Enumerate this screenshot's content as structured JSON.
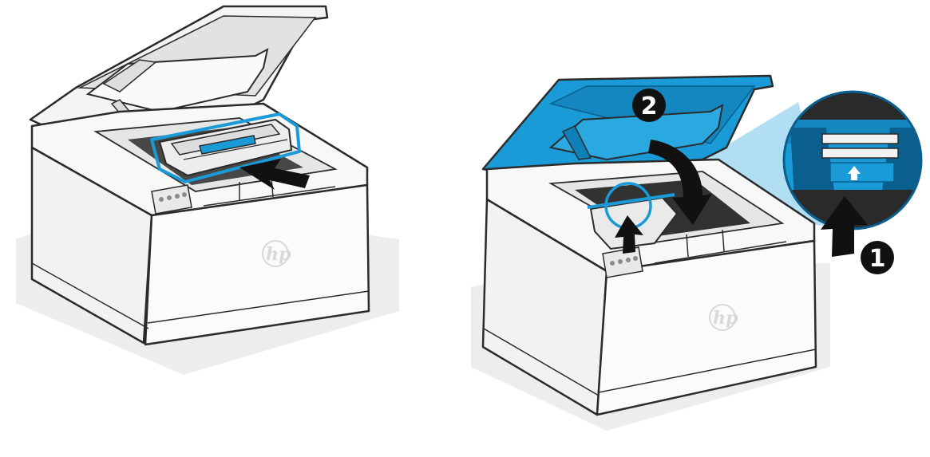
{
  "brand": {
    "logo_text": "hp"
  },
  "steps": {
    "step1_label": "1",
    "step2_label": "2"
  },
  "colors": {
    "accent_blue": "#1a9ad6",
    "accent_blue_dark": "#0a5f8f",
    "accent_blue_light": "#9fd6f0",
    "outline": "#2b2b2b",
    "body_light": "#f6f6f6",
    "body_shade": "#e3e3e3",
    "shadow": "#ececec",
    "marker": "#111111",
    "logo": "#d8d8d8"
  }
}
